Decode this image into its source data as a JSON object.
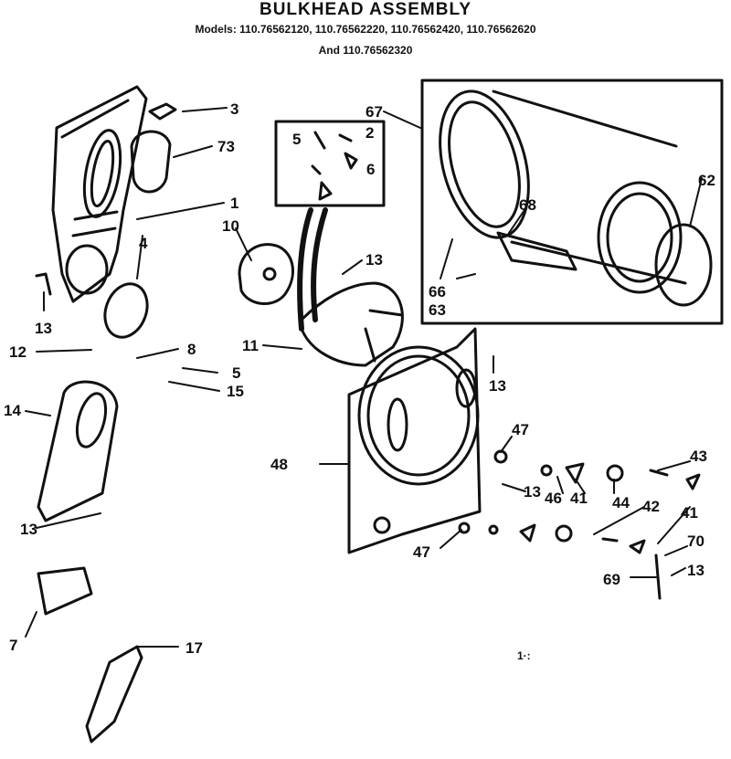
{
  "header": {
    "title": "BULKHEAD ASSEMBLY",
    "models_line": "Models: 110.76562120, 110.76562220, 110.76562420, 110.76562620",
    "and_line": "And 110.76562320"
  },
  "callouts": [
    "3",
    "73",
    "1",
    "4",
    "13",
    "10",
    "5",
    "2",
    "6",
    "13",
    "67",
    "68",
    "62",
    "66",
    "63",
    "11",
    "12",
    "8",
    "5",
    "15",
    "14",
    "13",
    "48",
    "13",
    "47",
    "13",
    "46",
    "41",
    "44",
    "42",
    "41",
    "43",
    "70",
    "69",
    "13",
    "47",
    "7",
    "17"
  ],
  "stray_mark": "1·:",
  "colors": {
    "ink": "#111111",
    "paper": "#ffffff"
  }
}
